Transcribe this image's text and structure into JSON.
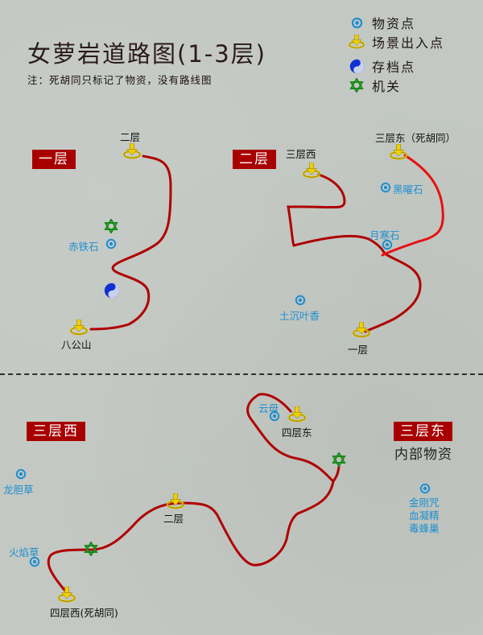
{
  "title": "女萝岩道路图(1-3层)",
  "note": "注：死胡同只标记了物资，没有路线图",
  "legend": [
    {
      "icon": "supply-point-icon",
      "label": "物资点"
    },
    {
      "icon": "scene-entrance-icon",
      "label": "场景出入点"
    },
    {
      "icon": "save-point-icon",
      "label": "存档点"
    },
    {
      "icon": "mechanism-icon",
      "label": "机关"
    }
  ],
  "colors": {
    "background": "#c3c8c3",
    "floor_tag": "#a80000",
    "route_dark": "#b00000",
    "route_bright": "#e81010",
    "supply": "#1e8fd0",
    "entrance": "#e8c800",
    "save": "#1030d0",
    "mechanism": "#1a8a1a"
  },
  "floor1": {
    "tag": "一层",
    "entrances": [
      {
        "label": "二层"
      },
      {
        "label": "八公山"
      }
    ],
    "supplies": [
      {
        "label": "赤铁石"
      }
    ]
  },
  "floor2": {
    "tag": "二层",
    "entrances": [
      {
        "label": "三层西"
      },
      {
        "label": "三层东（死胡同）"
      },
      {
        "label": "一层"
      }
    ],
    "supplies": [
      {
        "label": "黑曜石"
      },
      {
        "label": "月寒石"
      },
      {
        "label": "土沉叶香"
      }
    ]
  },
  "floor3west": {
    "tag": "三层西",
    "entrances": [
      {
        "label": "四层东"
      },
      {
        "label": "二层"
      },
      {
        "label": "四层西(死胡同)"
      }
    ],
    "supplies": [
      {
        "label": "云母"
      },
      {
        "label": "龙胆草"
      },
      {
        "label": "火焰草"
      }
    ]
  },
  "floor3east": {
    "tag": "三层东",
    "subtitle": "内部物资",
    "supplies": [
      "金刚咒",
      "血凝精",
      "毒蜂巢"
    ]
  }
}
